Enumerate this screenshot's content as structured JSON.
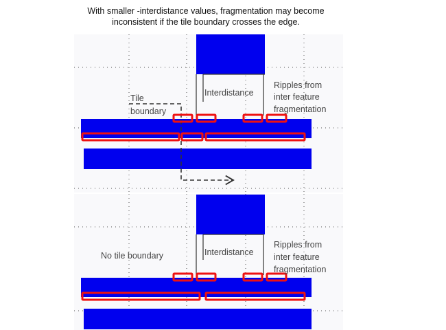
{
  "caption": {
    "line1": "With smaller -interdistance values, fragmentation may become",
    "line2": "inconsistent if the tile boundary crosses the edge."
  },
  "panel_top": {
    "tile_boundary_label_line1": "Tile",
    "tile_boundary_label_line2": "boundary",
    "interdistance_label": "Interdistance",
    "ripples_label_line1": "Ripples  from",
    "ripples_label_line2": "inter feature",
    "ripples_label_line3": "fragmentation"
  },
  "panel_bottom": {
    "no_tile_boundary_label": "No tile  boundary",
    "interdistance_label": "Interdistance",
    "ripples_label_line1": "Ripples  from",
    "ripples_label_line2": "inter feature",
    "ripples_label_line3": "fragmentation"
  },
  "colors": {
    "feature_blue": "#0000ee",
    "fragment_red": "#ee1111",
    "grid_dots": "#555555",
    "tile_boundary_line": "#333333",
    "panel_background": "#f9f9fb"
  }
}
